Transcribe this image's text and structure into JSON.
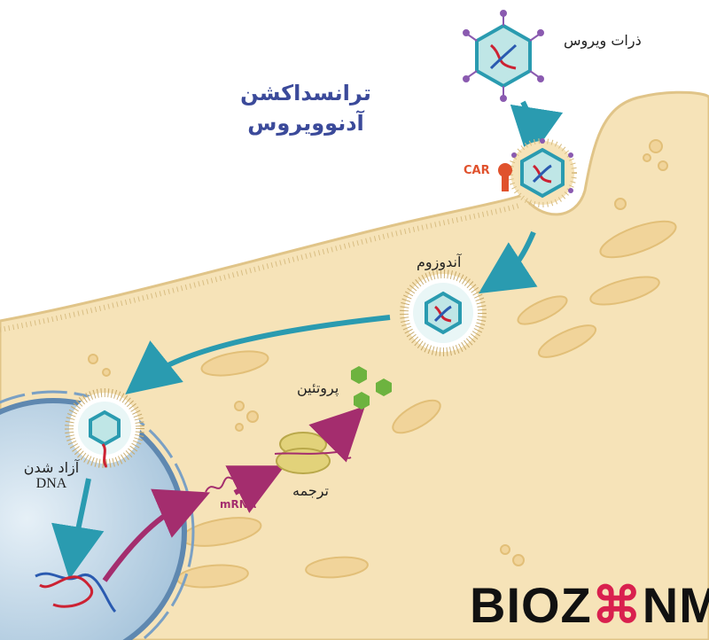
{
  "title_line1": "ترانسداکشن",
  "title_line2": "آدنوویروس",
  "labels": {
    "virus_particles": "ذرات ویروس",
    "car": "CAR",
    "endosome": "آندوزوم",
    "protein": "پروتئین",
    "dna_release_line1": "آزاد شدن",
    "dna_release_line2": "DNA",
    "mrna": "mRNA",
    "translation": "ترجمه"
  },
  "logo": {
    "part1": "BIOZ",
    "part2": "NM",
    "dna_glyph": "DNA"
  },
  "colors": {
    "cell": "#f6e3b8",
    "membrane": "#e8cf96",
    "arrow_teal": "#2a9bb0",
    "arrow_magenta": "#a42d6e",
    "nucleus": "#b9d3e6",
    "protein": "#6db33f",
    "ribosome": "#d9c56a",
    "car": "#e0522d",
    "title": "#3b4a9a"
  }
}
